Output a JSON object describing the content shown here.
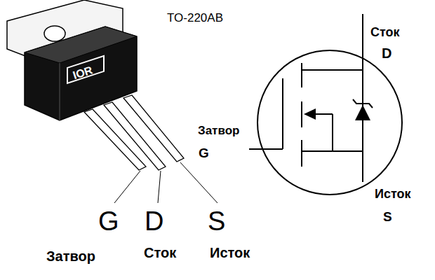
{
  "diagram": {
    "labels": [
      "TO-220AB",
      "IOR",
      "G",
      "D",
      "S",
      "Затвор",
      "Сток",
      "Исток",
      "Сток",
      "D",
      "Затвор",
      "G",
      "Исток",
      "S"
    ]
  }
}
